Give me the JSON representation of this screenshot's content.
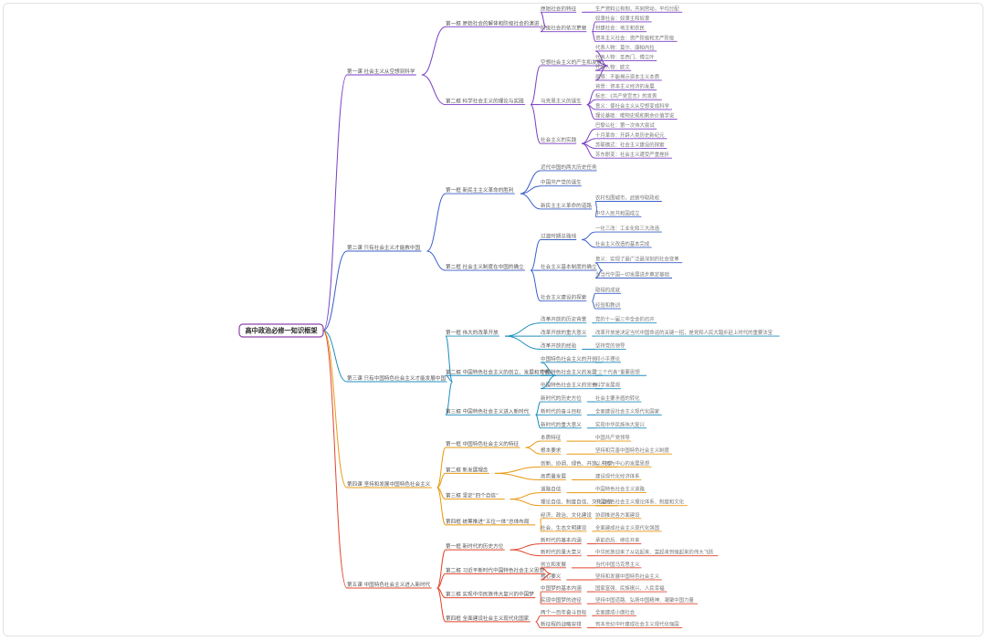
{
  "root": {
    "label": "高中政治必修一知识框架",
    "color": "#8e44ad"
  },
  "branches": [
    {
      "label": "第一课 社会主义从空想到科学",
      "color": "#7b3fc4",
      "children": [
        {
          "label": "第一框 原始社会的解体和阶级社会的演进",
          "children": [
            {
              "label": "原始社会的特征",
              "children": [
                {
                  "label": "生产资料公有制，共同劳动，平均分配"
                }
              ]
            },
            {
              "label": "阶级社会的依次更替",
              "children": [
                {
                  "label": "奴隶社会：奴隶主和奴隶"
                },
                {
                  "label": "封建社会：地主和农民"
                },
                {
                  "label": "资本主义社会：资产阶级和无产阶级"
                }
              ]
            }
          ]
        },
        {
          "label": "第二框 科学社会主义的理论与实践",
          "children": [
            {
              "label": "空想社会主义的产生和发展",
              "children": [
                {
                  "label": "代表人物：莫尔、康帕内拉"
                },
                {
                  "label": "代表人物：圣西门、傅立叶"
                },
                {
                  "label": "代表人物：欧文"
                },
                {
                  "label": "局限：不能揭示资本主义本质"
                }
              ]
            },
            {
              "label": "马克思主义的诞生",
              "children": [
                {
                  "label": "背景：资本主义经济的发展"
                },
                {
                  "label": "标志：《共产党宣言》的发表"
                },
                {
                  "label": "意义：使社会主义从空想变成科学"
                },
                {
                  "label": "理论基础：唯物史观和剩余价值学说"
                }
              ]
            },
            {
              "label": "社会主义的实践",
              "children": [
                {
                  "label": "巴黎公社：第一次伟大尝试"
                },
                {
                  "label": "十月革命：开辟人类历史新纪元"
                },
                {
                  "label": "苏联模式：社会主义建设的探索"
                },
                {
                  "label": "苏东剧变：社会主义遭受严重挫折"
                }
              ]
            }
          ]
        }
      ]
    },
    {
      "label": "第二课 只有社会主义才能救中国",
      "color": "#3b5fc9",
      "children": [
        {
          "label": "第一框 新民主主义革命的胜利",
          "children": [
            {
              "label": "近代中国的两大历史任务"
            },
            {
              "label": "中国共产党的诞生"
            },
            {
              "label": "新民主主义革命的道路",
              "children": [
                {
                  "label": "农村包围城市，武装夺取政权"
                },
                {
                  "label": "中华人民共和国成立"
                }
              ]
            }
          ]
        },
        {
          "label": "第二框 社会主义制度在中国的确立",
          "children": [
            {
              "label": "过渡时期总路线",
              "children": [
                {
                  "label": "一化三改：工业化和三大改造"
                },
                {
                  "label": "社会主义改造的基本完成"
                }
              ]
            },
            {
              "label": "社会主义基本制度的确立",
              "children": [
                {
                  "label": "意义：实现了最广泛最深刻的社会变革"
                },
                {
                  "label": "为当代中国一切发展进步奠定基础"
                }
              ]
            },
            {
              "label": "社会主义建设的探索",
              "children": [
                {
                  "label": "取得的成就"
                },
                {
                  "label": "经验和教训"
                }
              ]
            }
          ]
        }
      ]
    },
    {
      "label": "第三课 只有中国特色社会主义才能发展中国",
      "color": "#1f8fbf",
      "children": [
        {
          "label": "第一框 伟大的改革开放",
          "children": [
            {
              "label": "改革开放的历史背景",
              "children": [
                {
                  "label": "党的十一届三中全会的召开"
                }
              ]
            },
            {
              "label": "改革开放的重大意义",
              "children": [
                {
                  "label": "改革开放是决定当代中国命运的关键一招，是党和人民大踏步赶上时代的重要法宝"
                }
              ]
            },
            {
              "label": "改革开放的经验",
              "children": [
                {
                  "label": "坚持党的领导"
                }
              ]
            }
          ]
        },
        {
          "label": "第二框 中国特色社会主义的创立、发展和完善",
          "children": [
            {
              "label": "中国特色社会主义的开创",
              "children": [
                {
                  "label": "邓小平理论"
                }
              ]
            },
            {
              "label": "中国特色社会主义的发展",
              "children": [
                {
                  "label": "“三个代表”重要思想"
                }
              ]
            },
            {
              "label": "中国特色社会主义的完善",
              "children": [
                {
                  "label": "科学发展观"
                }
              ]
            }
          ]
        },
        {
          "label": "第三框 中国特色社会主义进入新时代",
          "children": [
            {
              "label": "新时代的历史方位",
              "children": [
                {
                  "label": "社会主要矛盾的转化"
                }
              ]
            },
            {
              "label": "新时代的奋斗目标",
              "children": [
                {
                  "label": "全面建设社会主义现代化国家"
                }
              ]
            },
            {
              "label": "新时代的重大意义",
              "children": [
                {
                  "label": "实现中华民族伟大复兴"
                }
              ]
            }
          ]
        }
      ]
    },
    {
      "label": "第四课 坚持和发展中国特色社会主义",
      "color": "#e89a12",
      "children": [
        {
          "label": "第一框 中国特色社会主义的特征",
          "children": [
            {
              "label": "本质特征",
              "children": [
                {
                  "label": "中国共产党领导"
                }
              ]
            },
            {
              "label": "根本要求",
              "children": [
                {
                  "label": "坚持和完善中国特色社会主义制度"
                }
              ]
            }
          ]
        },
        {
          "label": "第二框 新发展理念",
          "children": [
            {
              "label": "创新、协调、绿色、开放、共享",
              "children": [
                {
                  "label": "以人民为中心的发展思想"
                }
              ]
            },
            {
              "label": "高质量发展",
              "children": [
                {
                  "label": "建设现代化经济体系"
                }
              ]
            }
          ]
        },
        {
          "label": "第三框 坚定“四个自信”",
          "children": [
            {
              "label": "道路自信",
              "children": [
                {
                  "label": "中国特色社会主义道路"
                }
              ]
            },
            {
              "label": "理论自信、制度自信、文化自信",
              "children": [
                {
                  "label": "中国特色社会主义理论体系、制度和文化"
                }
              ]
            }
          ]
        },
        {
          "label": "第四框 统筹推进“五位一体”总体布局",
          "children": [
            {
              "label": "经济、政治、文化建设",
              "children": [
                {
                  "label": "协调推进各方面建设"
                }
              ]
            },
            {
              "label": "社会、生态文明建设",
              "children": [
                {
                  "label": "全面建成社会主义现代化强国"
                }
              ]
            }
          ]
        }
      ]
    },
    {
      "label": "第五课 中国特色社会主义进入新时代",
      "color": "#e2452e",
      "children": [
        {
          "label": "第一框 新时代的历史方位",
          "children": [
            {
              "label": "新时代的基本内涵",
              "children": [
                {
                  "label": "承前启后、继往开来"
                }
              ]
            },
            {
              "label": "新时代的重大意义",
              "children": [
                {
                  "label": "中华民族迎来了从站起来、富起来到强起来的伟大飞跃"
                }
              ]
            }
          ]
        },
        {
          "label": "第二框 习近平新时代中国特色社会主义思想",
          "children": [
            {
              "label": "创立和发展",
              "children": [
                {
                  "label": "当代中国马克思主义"
                }
              ]
            },
            {
              "label": "核心要义",
              "children": [
                {
                  "label": "坚持和发展中国特色社会主义"
                }
              ]
            }
          ]
        },
        {
          "label": "第三框 实现中华民族伟大复兴的中国梦",
          "children": [
            {
              "label": "中国梦的基本内涵",
              "children": [
                {
                  "label": "国家富强、民族振兴、人民幸福"
                }
              ]
            },
            {
              "label": "实现中国梦的途径",
              "children": [
                {
                  "label": "坚持中国道路、弘扬中国精神、凝聚中国力量"
                }
              ]
            }
          ]
        },
        {
          "label": "第四框 全面建设社会主义现代化国家",
          "children": [
            {
              "label": "两个一百年奋斗目标",
              "children": [
                {
                  "label": "全面建成小康社会"
                }
              ]
            },
            {
              "label": "新征程的战略安排",
              "children": [
                {
                  "label": "到本世纪中叶建成社会主义现代化强国"
                }
              ]
            }
          ]
        }
      ]
    }
  ]
}
